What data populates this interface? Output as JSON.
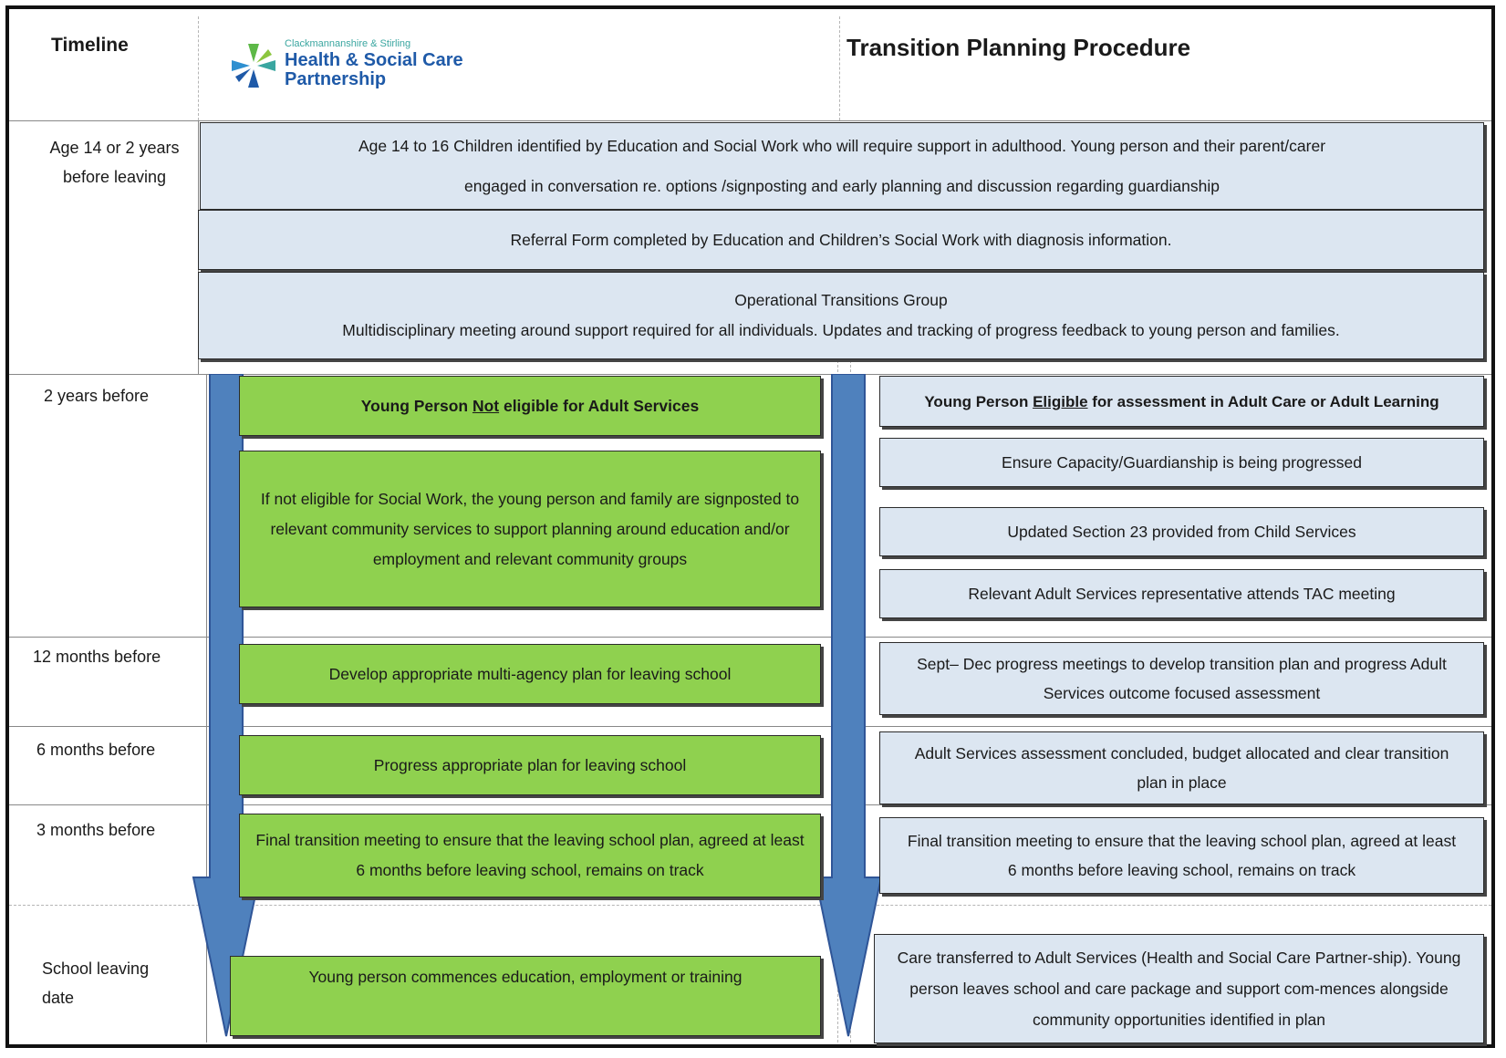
{
  "header": {
    "timeline_label": "Timeline",
    "title": "Transition Planning Procedure",
    "logo": {
      "org_small": "Clackmannanshire & Stirling",
      "org_line1": "Health & Social Care",
      "org_line2": "Partnership",
      "icon": "partnership-star-logo-icon"
    }
  },
  "timeline": {
    "age14": "Age 14 or 2 years before leaving",
    "two_years": "2 years before",
    "twelve_months": "12 months before",
    "six_months": "6 months before",
    "three_months": "3 months before",
    "leaving_date": "School leaving date"
  },
  "early_boxes": {
    "identification_line1": "Age 14 to 16 Children identified by  Education and Social Work who will require support in adulthood. Young person and their parent/carer",
    "identification_line2": "engaged in conversation re. options /signposting and  early planning  and discussion regarding guardianship",
    "referral": "Referral Form completed by Education and Children’s Social Work with diagnosis information.",
    "otg_title": "Operational Transitions Group",
    "otg_body": "Multidisciplinary meeting around support required for all individuals. Updates and tracking of progress feedback to young person and families."
  },
  "not_eligible": {
    "heading_pre": "Young Person ",
    "heading_underlined": "Not",
    "heading_post": " eligible for Adult Services",
    "signposting": "If not eligible for Social Work,  the young person and family are signposted to relevant community services to support planning around education and/or employment and relevant community groups",
    "twelve_months": "Develop appropriate multi-agency plan for leaving school",
    "six_months": "Progress appropriate plan for leaving school",
    "three_months": "Final transition meeting to ensure  that the leaving school plan, agreed at least 6 months before leaving school, remains on track",
    "leaving": "Young person commences education, employment or training"
  },
  "eligible": {
    "heading_pre": "Young Person ",
    "heading_underlined": "Eligible",
    "heading_post": " for assessment in Adult Care or Adult Learning",
    "capacity": "Ensure Capacity/Guardianship is being progressed",
    "section23": "Updated Section 23 provided from Child Services",
    "tac": "Relevant Adult Services representative attends TAC meeting",
    "twelve_months": "Sept– Dec progress meetings to develop transition plan and  progress Adult Services outcome focused assessment",
    "six_months": "Adult Services assessment concluded, budget allocated and clear transition plan in place",
    "three_months": "Final transition meeting to ensure  that the leaving school plan, agreed at least 6  months before leaving school, remains on track",
    "leaving": "Care transferred to Adult Services (Health and Social Care Partner-ship). Young person leaves school and care package and support com-mences alongside community opportunities identified in plan"
  },
  "colors": {
    "blue_box": "#dce6f1",
    "green_box": "#8fd14f",
    "arrow": "#4f81bd"
  }
}
